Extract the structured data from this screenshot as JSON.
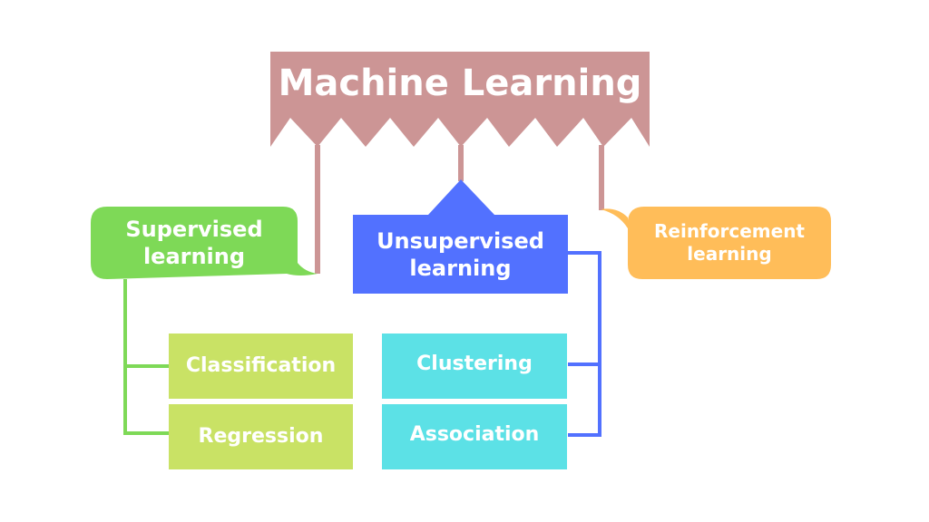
{
  "root": {
    "label": "Machine Learning",
    "color": "#cc9595"
  },
  "categories": [
    {
      "id": "supervised",
      "label": "Supervised\nlearning",
      "color": "#7ed957",
      "children": [
        {
          "label": "Classification",
          "color": "#c9e265"
        },
        {
          "label": "Regression",
          "color": "#c9e265"
        }
      ]
    },
    {
      "id": "unsupervised",
      "label": "Unsupervised\nlearning",
      "color": "#5271ff",
      "children": [
        {
          "label": "Clustering",
          "color": "#5ce1e6"
        },
        {
          "label": "Association",
          "color": "#5ce1e6"
        }
      ]
    },
    {
      "id": "reinforcement",
      "label": "Reinforcement\nlearning",
      "color": "#ffbd59",
      "children": []
    }
  ]
}
